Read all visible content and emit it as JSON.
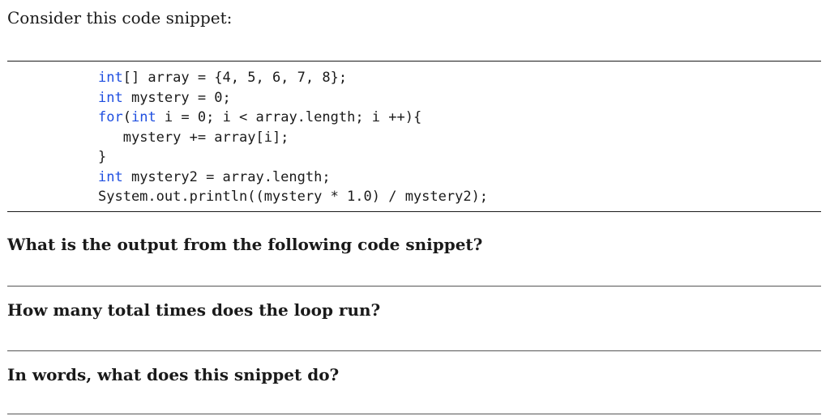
{
  "intro": "Consider this code snippet:",
  "code": {
    "keyword_color": "#1f4fe0",
    "lines": [
      {
        "kw": "int",
        "rest": "[] array = {4, 5, 6, 7, 8};"
      },
      {
        "kw": "int",
        "rest": " mystery = 0;"
      },
      {
        "kw": "for",
        "rest": "(",
        "kw2": "int",
        "rest2": " i = 0; i < array.length; i ++){"
      },
      {
        "indent": "   ",
        "rest": "mystery += array[i];"
      },
      {
        "rest": "}"
      },
      {
        "kw": "int",
        "rest": " mystery2 = array.length;"
      },
      {
        "rest": "System.out.println((mystery * 1.0) / mystery2);"
      }
    ]
  },
  "questions": [
    "What is the output from the following code snippet?",
    "How many total times does the loop run?",
    "In words, what does this snippet do?"
  ]
}
